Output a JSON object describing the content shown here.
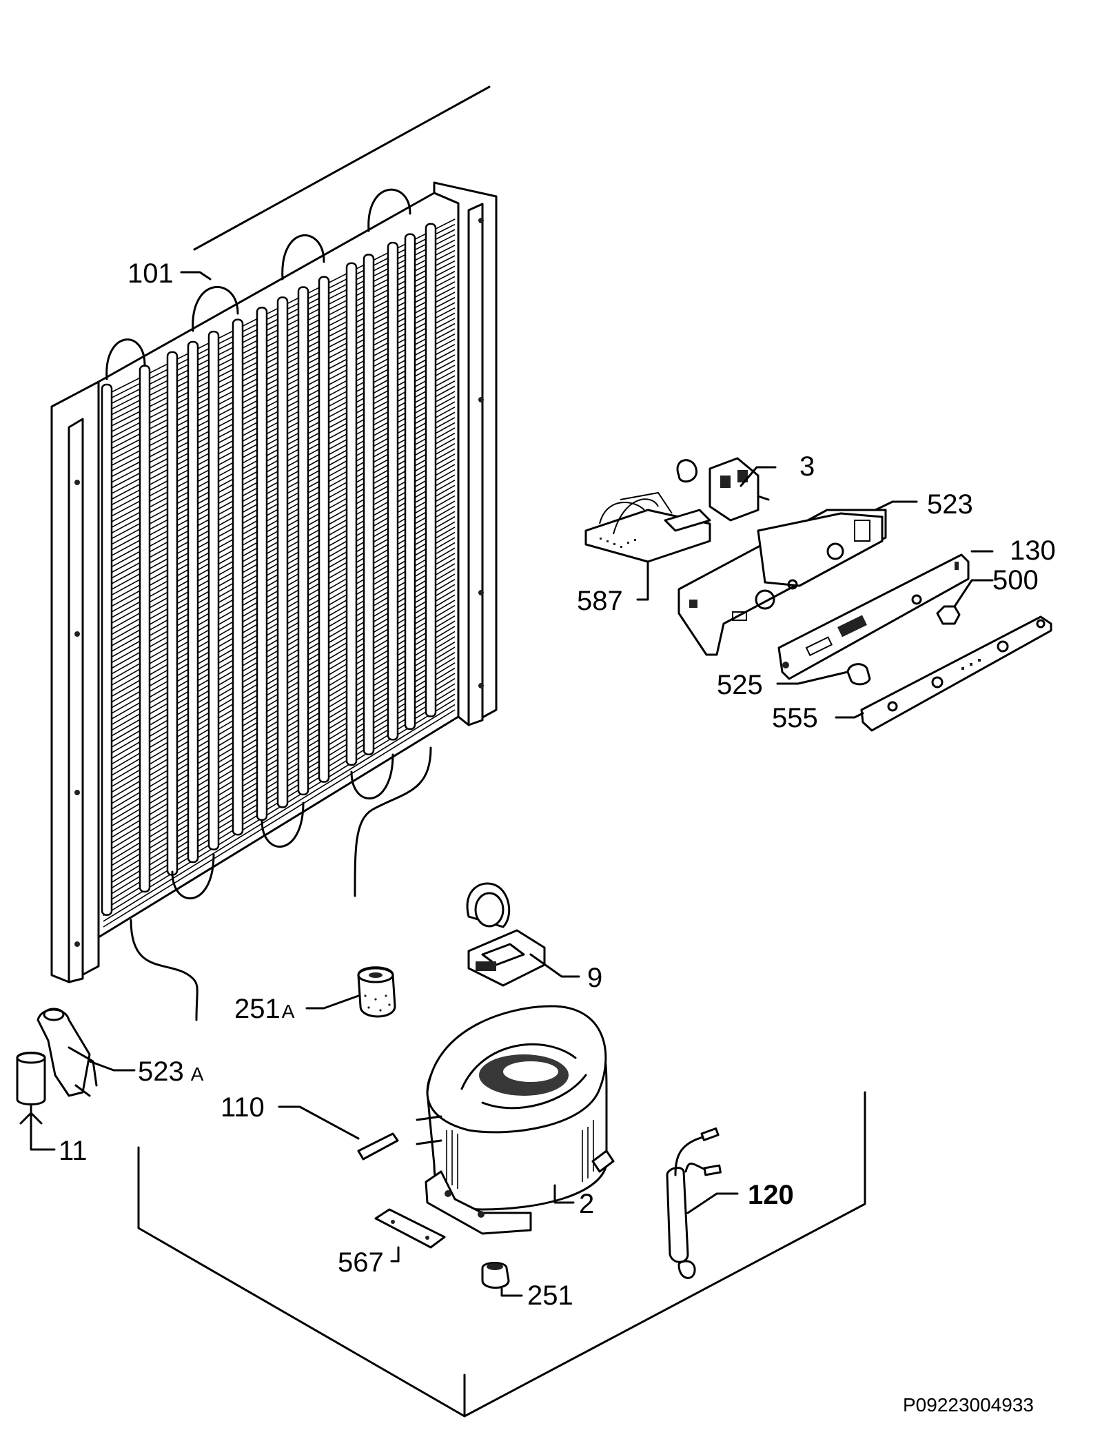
{
  "parts": [
    {
      "id": "101",
      "text": "101"
    },
    {
      "id": "3",
      "text": "3"
    },
    {
      "id": "523",
      "text": "523"
    },
    {
      "id": "130",
      "text": "130"
    },
    {
      "id": "500",
      "text": "500"
    },
    {
      "id": "587",
      "text": "587"
    },
    {
      "id": "525",
      "text": "525"
    },
    {
      "id": "555",
      "text": "555"
    },
    {
      "id": "9",
      "text": "9"
    },
    {
      "id": "251A",
      "text": "251"
    },
    {
      "id": "523A",
      "text": "523"
    },
    {
      "id": "110",
      "text": "110"
    },
    {
      "id": "11",
      "text": "11"
    },
    {
      "id": "2",
      "text": "2"
    },
    {
      "id": "120",
      "text": "120"
    },
    {
      "id": "567",
      "text": "567"
    },
    {
      "id": "251",
      "text": "251"
    }
  ],
  "suffixes": {
    "251A": "A",
    "523A": "A"
  },
  "reference_code": "P09223004933"
}
